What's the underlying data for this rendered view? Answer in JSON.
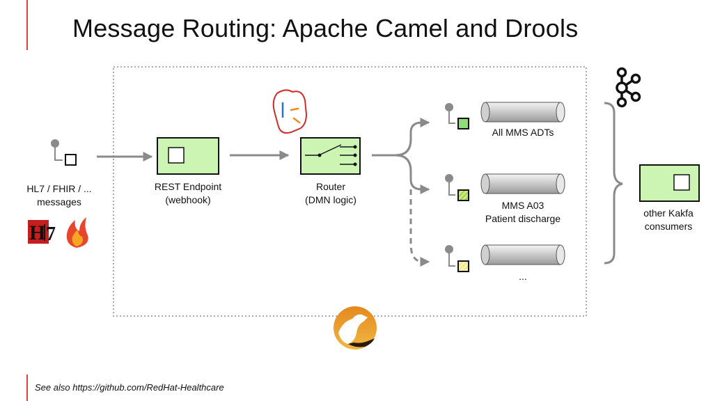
{
  "slide": {
    "title": "Message Routing: Apache Camel and Drools",
    "footer": "See also https://github.com/RedHat-Healthcare"
  },
  "source": {
    "label_line1": "HL7 / FHIR / ...",
    "label_line2": "messages",
    "logos": [
      "hl7-logo",
      "fhir-flame-logo"
    ]
  },
  "rest_endpoint": {
    "line1": "REST Endpoint",
    "line2": "(webhook)"
  },
  "router": {
    "line1": "Router",
    "line2": "(DMN logic)",
    "logo": "drools-logo"
  },
  "topics": [
    {
      "line1": "All MMS ADTs",
      "line2": ""
    },
    {
      "line1": "MMS A03",
      "line2": "Patient discharge"
    },
    {
      "line1": "...",
      "line2": ""
    }
  ],
  "consumers": {
    "line1": "other Kakfa",
    "line2": "consumers",
    "logo": "kafka-logo"
  },
  "framework_logo": "camel-logo",
  "colors": {
    "accent": "#e0403a",
    "box_fill": "#ccf5b3",
    "box_stroke": "#111111",
    "arrow": "#8a8a8a",
    "channel_all": "#8fdc7a",
    "channel_a03": "#b8e35a",
    "channel_other": "#f2ee9a"
  }
}
